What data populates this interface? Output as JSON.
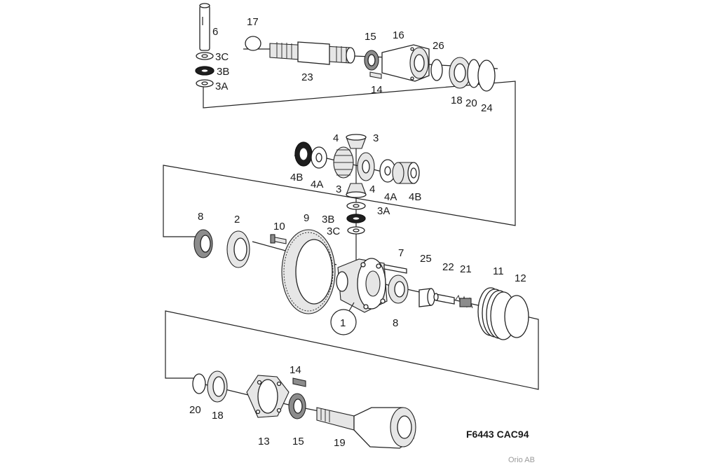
{
  "labels": {
    "p6": "6",
    "p3C_top": "3C",
    "p3B_top": "3B",
    "p3A_top": "3A",
    "p17": "17",
    "p23": "23",
    "p15_top": "15",
    "p14_top": "14",
    "p16": "16",
    "p26": "26",
    "p18_top": "18",
    "p20_top": "20",
    "p24": "24",
    "p4_top": "4",
    "p3_top": "3",
    "p4B_left": "4B",
    "p4A_left": "4A",
    "p3_mid": "3",
    "p4_mid": "4",
    "p4A_right": "4A",
    "p4B_right": "4B",
    "p3A_mid": "3A",
    "p3B_mid": "3B",
    "p3C_mid": "3C",
    "p8_left": "8",
    "p2": "2",
    "p10": "10",
    "p9": "9",
    "p7": "7",
    "p25": "25",
    "p22": "22",
    "p21": "21",
    "p11": "11",
    "p12": "12",
    "p1": "1",
    "p8_right": "8",
    "p14_bot": "14",
    "p20_bot": "20",
    "p18_bot": "18",
    "p13": "13",
    "p15_bot": "15",
    "p19": "19"
  },
  "drawing_code": "F6443 CAC94",
  "credit": "Orio AB"
}
